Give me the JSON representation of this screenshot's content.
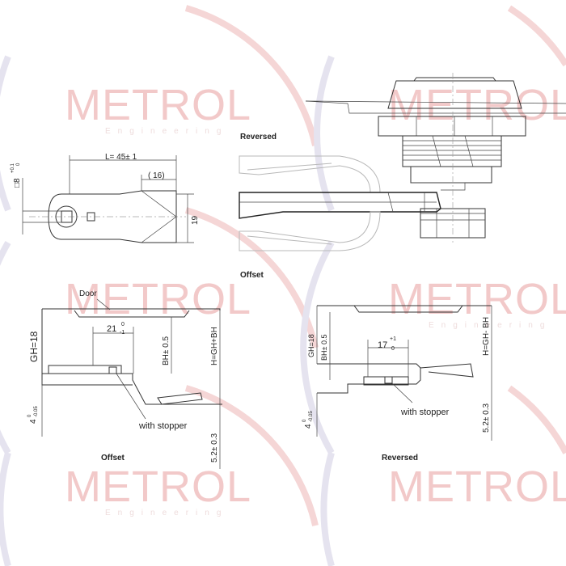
{
  "watermark": {
    "brand": "METROL",
    "tagline": "Engineering"
  },
  "top_left_view": {
    "length_label": "L= 45± 1",
    "sub_length_label": "( 16)",
    "square_label": "□8",
    "square_tol": "+0.1",
    "square_tol2": "0",
    "height_label": "19"
  },
  "cam_view": {
    "reversed_label": "Reversed",
    "offset_label": "Offset"
  },
  "offset_view": {
    "door_label": "Door",
    "gh_label": "GH=18",
    "width_label": "21",
    "width_tol_top": "0",
    "width_tol_bottom": "-1",
    "bh_label": "BH± 0.5",
    "h_label": "H=GH+BH",
    "thickness_label": "4",
    "thickness_tol_top": "0",
    "thickness_tol_bottom": "-0.05",
    "stopper_label": "with stopper",
    "offset_dim_label": "5.2± 0.3",
    "caption": "Offset"
  },
  "reversed_view": {
    "gh_label": "GH=18",
    "bh_label": "BH± 0.5",
    "width_label": "17",
    "width_tol_top": "+1",
    "width_tol_bottom": "0",
    "h_label": "H=GH- BH",
    "thickness_label": "4",
    "thickness_tol_top": "0",
    "thickness_tol_bottom": "-0.05",
    "stopper_label": "with stopper",
    "offset_dim_label": "5.2± 0.3",
    "caption": "Reversed"
  }
}
